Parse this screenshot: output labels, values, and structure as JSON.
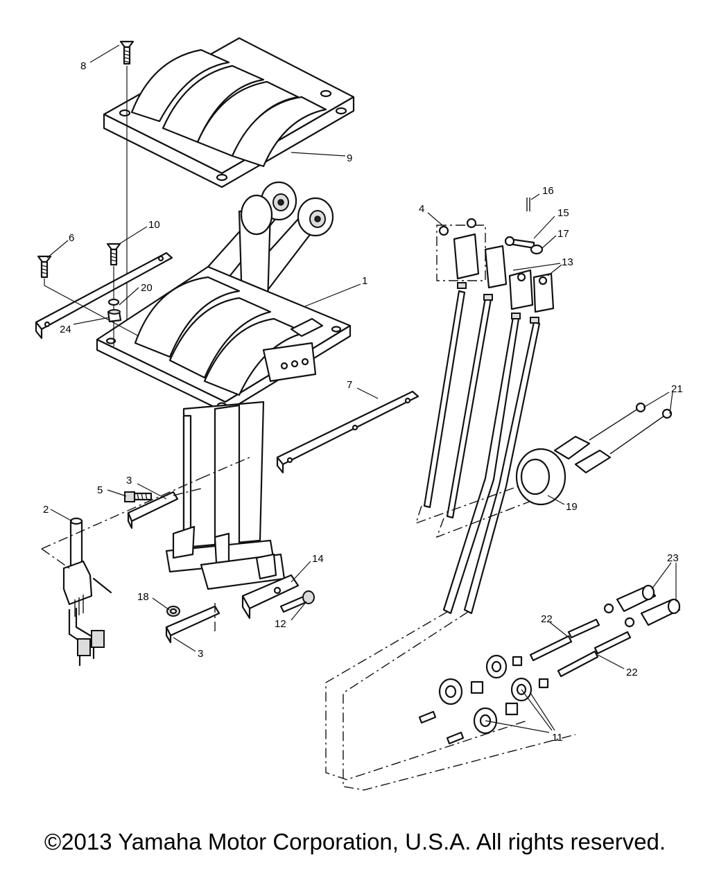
{
  "diagram": {
    "callouts": [
      {
        "id": "c8",
        "text": "8"
      },
      {
        "id": "c9",
        "text": "9"
      },
      {
        "id": "c10",
        "text": "10"
      },
      {
        "id": "c6",
        "text": "6"
      },
      {
        "id": "c20",
        "text": "20"
      },
      {
        "id": "c1",
        "text": "1"
      },
      {
        "id": "c24",
        "text": "24"
      },
      {
        "id": "c4",
        "text": "4"
      },
      {
        "id": "c16",
        "text": "16"
      },
      {
        "id": "c15",
        "text": "15"
      },
      {
        "id": "c17",
        "text": "17"
      },
      {
        "id": "c13",
        "text": "13"
      },
      {
        "id": "c7",
        "text": "7"
      },
      {
        "id": "c21",
        "text": "21"
      },
      {
        "id": "c19",
        "text": "19"
      },
      {
        "id": "c3a",
        "text": "3"
      },
      {
        "id": "c5",
        "text": "5"
      },
      {
        "id": "c2",
        "text": "2"
      },
      {
        "id": "c14",
        "text": "14"
      },
      {
        "id": "c18",
        "text": "18"
      },
      {
        "id": "c12",
        "text": "12"
      },
      {
        "id": "c3b",
        "text": "3"
      },
      {
        "id": "c23",
        "text": "23"
      },
      {
        "id": "c22a",
        "text": "22"
      },
      {
        "id": "c22b",
        "text": "22"
      },
      {
        "id": "c11",
        "text": "11"
      }
    ]
  },
  "footer": {
    "copyright": "©2013 Yamaha Motor Corporation, U.S.A. All rights reserved."
  }
}
